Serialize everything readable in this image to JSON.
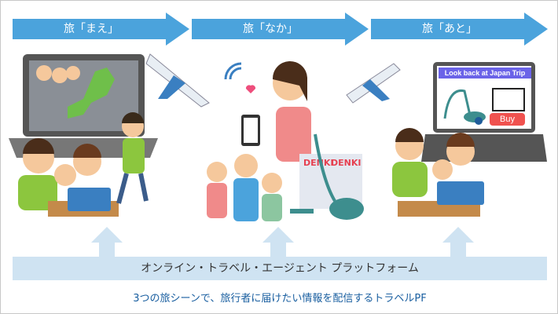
{
  "stages": [
    {
      "label": "旅「まえ」"
    },
    {
      "label": "旅「なか」"
    },
    {
      "label": "旅「あと」"
    }
  ],
  "screen": {
    "title": "Look back at Japan Trip",
    "buy_label": "Buy"
  },
  "store_sign": "DENKI",
  "platform_label": "オンライン・トラベル・エージェント プラットフォーム",
  "caption": "3つの旅シーンで、旅行者に届けたい情報を配信するトラベルPF",
  "colors": {
    "arrow": "#4ba3dc",
    "platform": "#cfe3f2",
    "caption": "#1a5fa0",
    "screen_title": "#6b63e8",
    "buy": "#f0524f"
  }
}
